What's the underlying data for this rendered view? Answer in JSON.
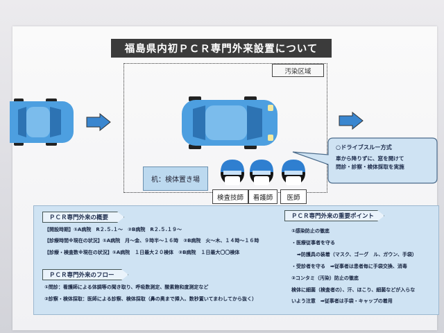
{
  "title": "福島県内初ＰＣＲ専門外来設置について",
  "zone_label": "汚染区域",
  "station_label": "机：検体置き場",
  "staff": [
    "検査技師",
    "看護師",
    "医師"
  ],
  "drive_through": {
    "heading": "○ドライブスルー方式",
    "line1": "車から降りずに、窓を開けて",
    "line2": "問診・診察・検体採取を実施"
  },
  "overview": {
    "header": "ＰＣＲ専門外来の概要",
    "lines": [
      "【開設時期】①A病院　R２.５.１～　②B病院　R２.５.１９～",
      "【診療時間※現在の状況】①A病院　月～金、９時半～１６時　②B病院　火～木、１４時～１６時",
      "【診療・検査数※現在の状況】①A病院　１日最大２０検体　②B病院　１日最大〇〇検体"
    ]
  },
  "flow": {
    "header": "ＰＣＲ専門外来のフロー",
    "lines": [
      "①問診：看護師による体調等の聞き取り、呼吸数測定、酸素飽和度測定など",
      "②診察・検体採取：医師による診察、検体採取（鼻の奥まで挿入、数秒置いてまわしてから抜く）"
    ]
  },
  "points": {
    "header": "ＰＣＲ専門外来の重要ポイント",
    "lines": [
      "①感染防止の徹底",
      "・医療従事者を守る",
      "➡防護具の装着（マスク、ゴーグ　ル、ガウン、手袋）",
      "・受診者を守る　➡従事者は患者毎に手袋交換、消毒",
      "②コンタミ（汚染）防止の徹底",
      "検体に細菌（検査者の）、汗、ほこり、細菌などが入らな",
      "いよう注意　➡従事者は手袋・キャップの着用"
    ]
  },
  "colors": {
    "car_blue": "#4d9fe0",
    "panel_bg": "#cfe3f3",
    "title_bg": "#3b3b3b"
  }
}
